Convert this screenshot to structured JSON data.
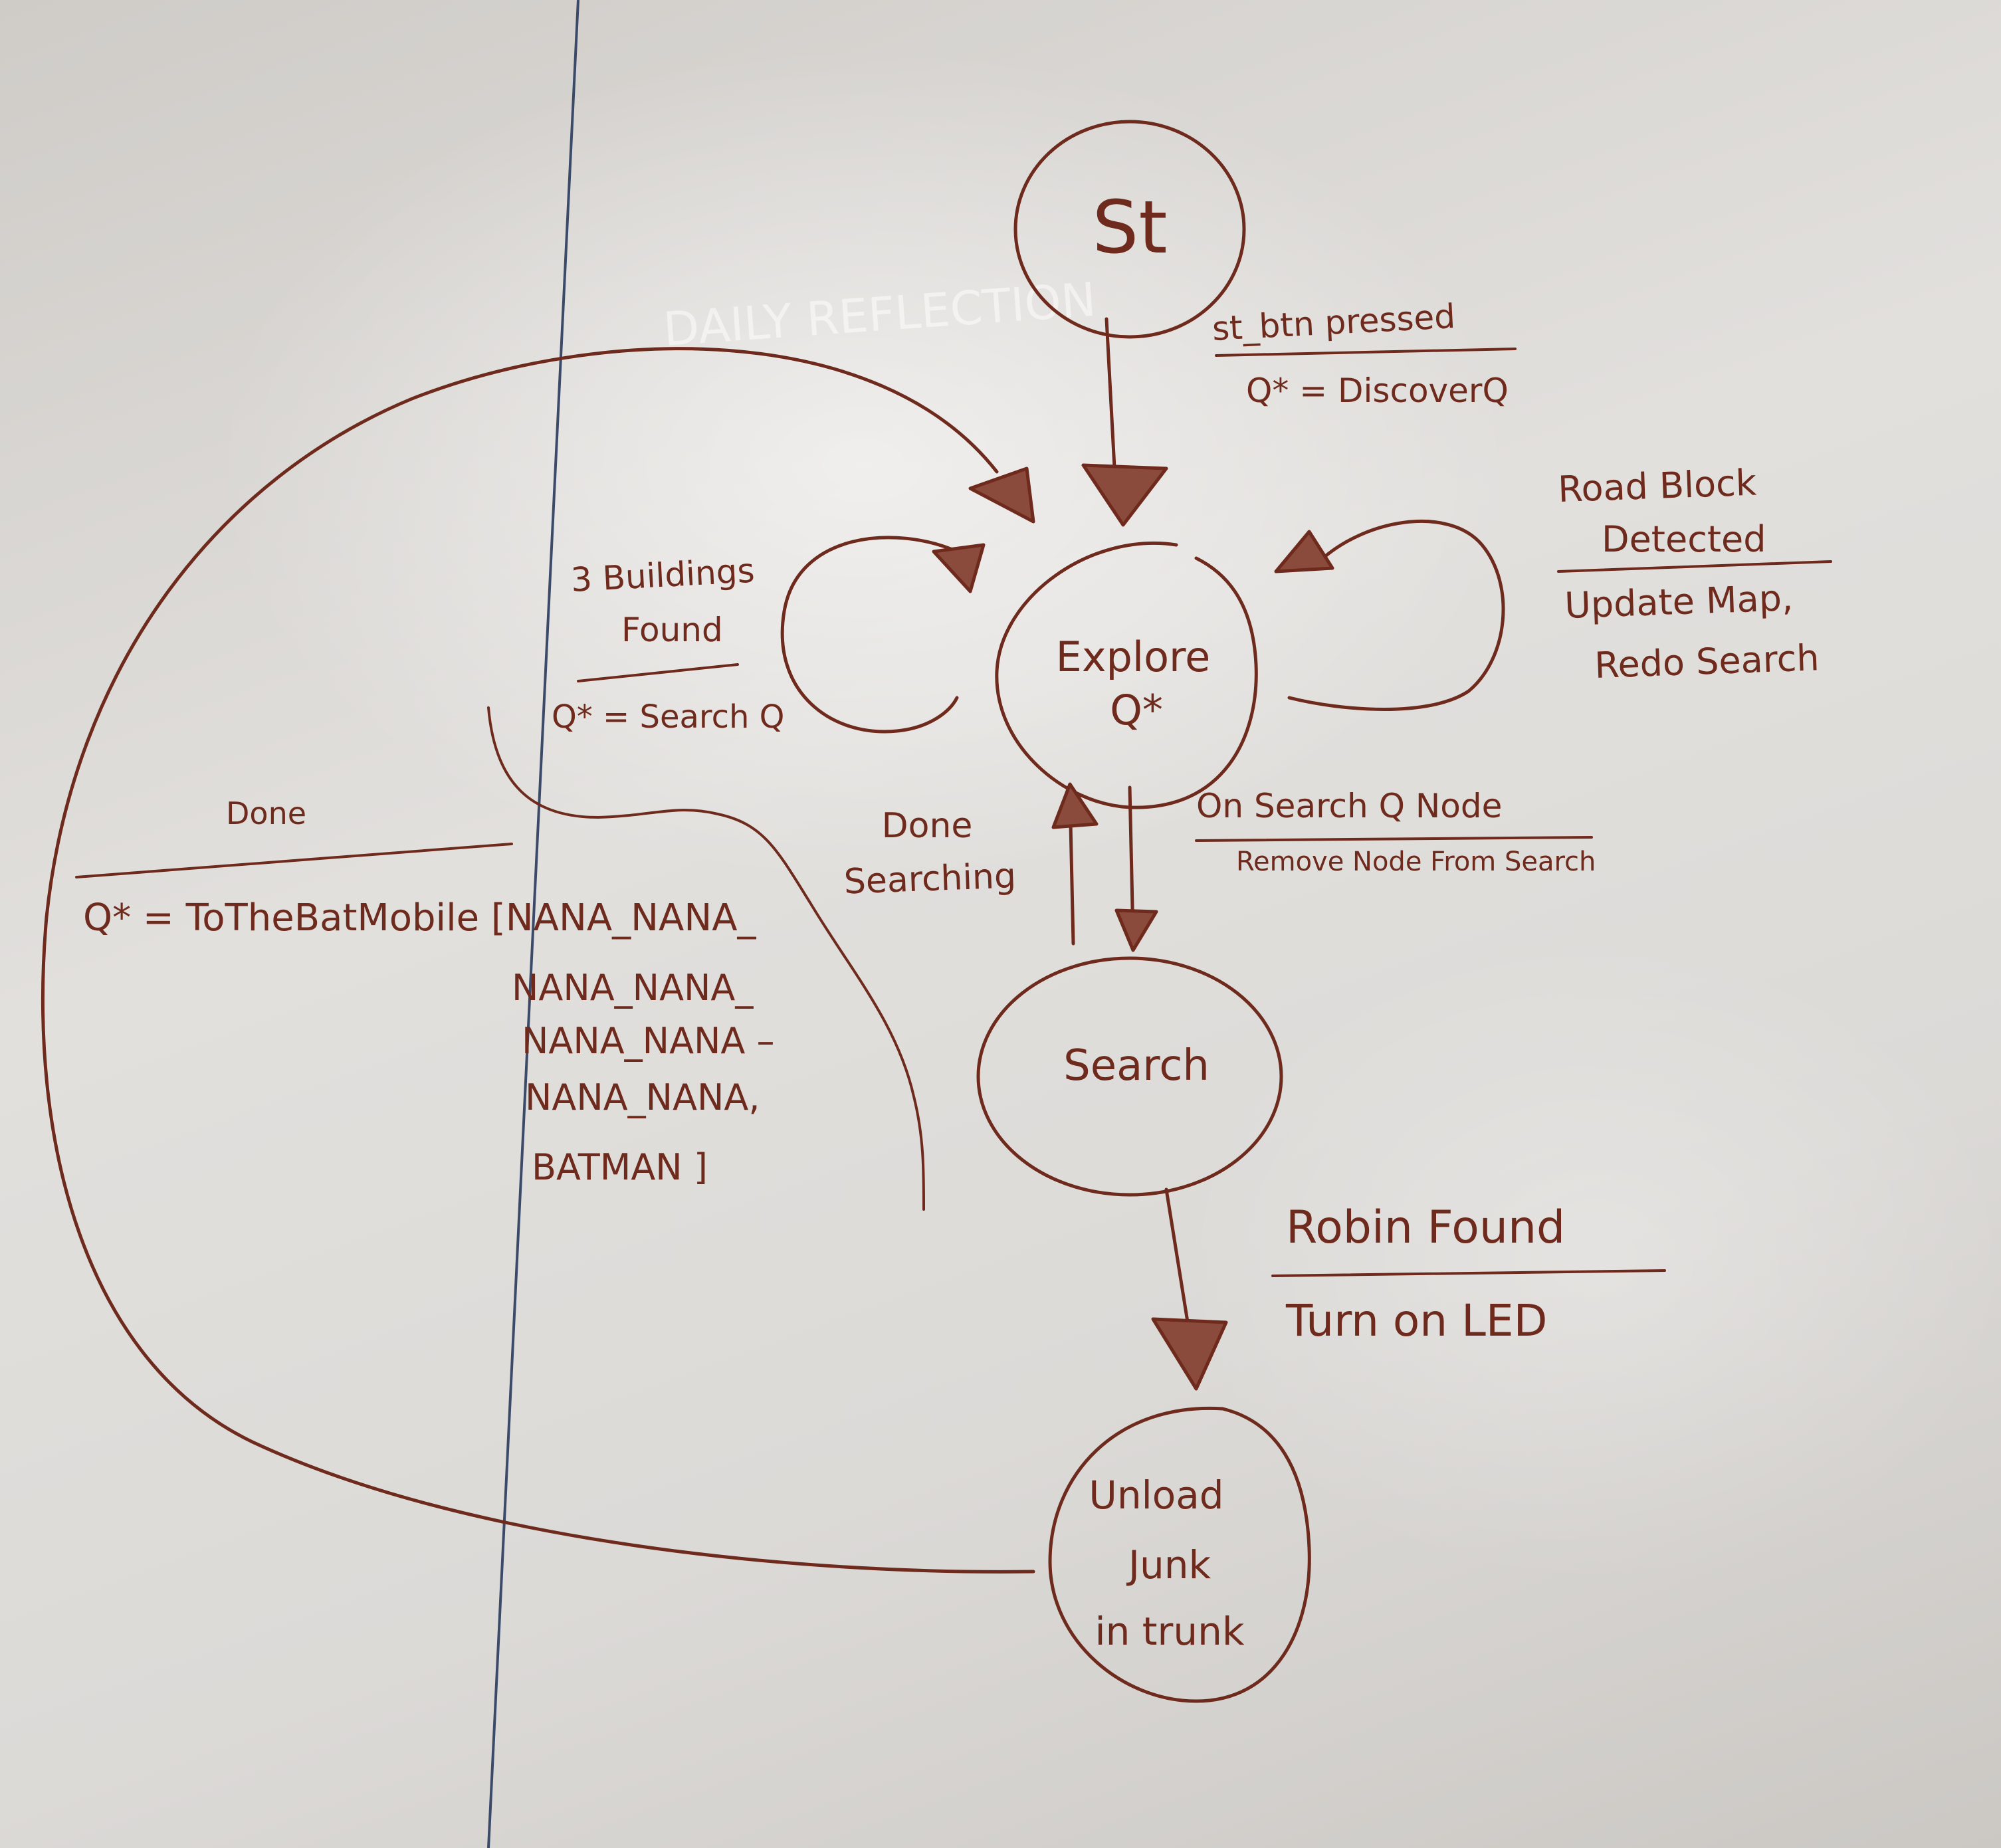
{
  "diagram": {
    "states": {
      "start": "St",
      "explore_line1": "Explore",
      "explore_line2": "Q*",
      "search": "Search",
      "unload_line1": "Unload",
      "unload_line2": "Junk",
      "unload_line3": "in trunk"
    },
    "transitions": {
      "start_to_explore": {
        "event": "st_btn pressed",
        "action": "Q* = DiscoverQ"
      },
      "explore_self_left": {
        "event_line1": "3 Buildings",
        "event_line2": "Found",
        "action": "Q* = Search Q"
      },
      "explore_self_right": {
        "event_line1": "Road Block",
        "event_line2": "Detected",
        "action_line1": "Update Map,",
        "action_line2": "Redo Search"
      },
      "explore_to_search": {
        "event": "On Search Q Node",
        "action": "Remove Node From Search"
      },
      "search_to_explore": {
        "event_line1": "Done",
        "event_line2": "Searching"
      },
      "search_to_unload": {
        "event": "Robin Found",
        "action": "Turn on LED"
      },
      "unload_to_explore": {
        "event": "Done",
        "action": "Q* = ToTheBatMobile [NANA_NANA_",
        "action_lines": [
          "NANA_NANA_",
          "NANA_NANA –",
          "NANA_NANA,",
          "BATMAN ]"
        ]
      }
    },
    "ink_color": "#6e2a1c"
  }
}
